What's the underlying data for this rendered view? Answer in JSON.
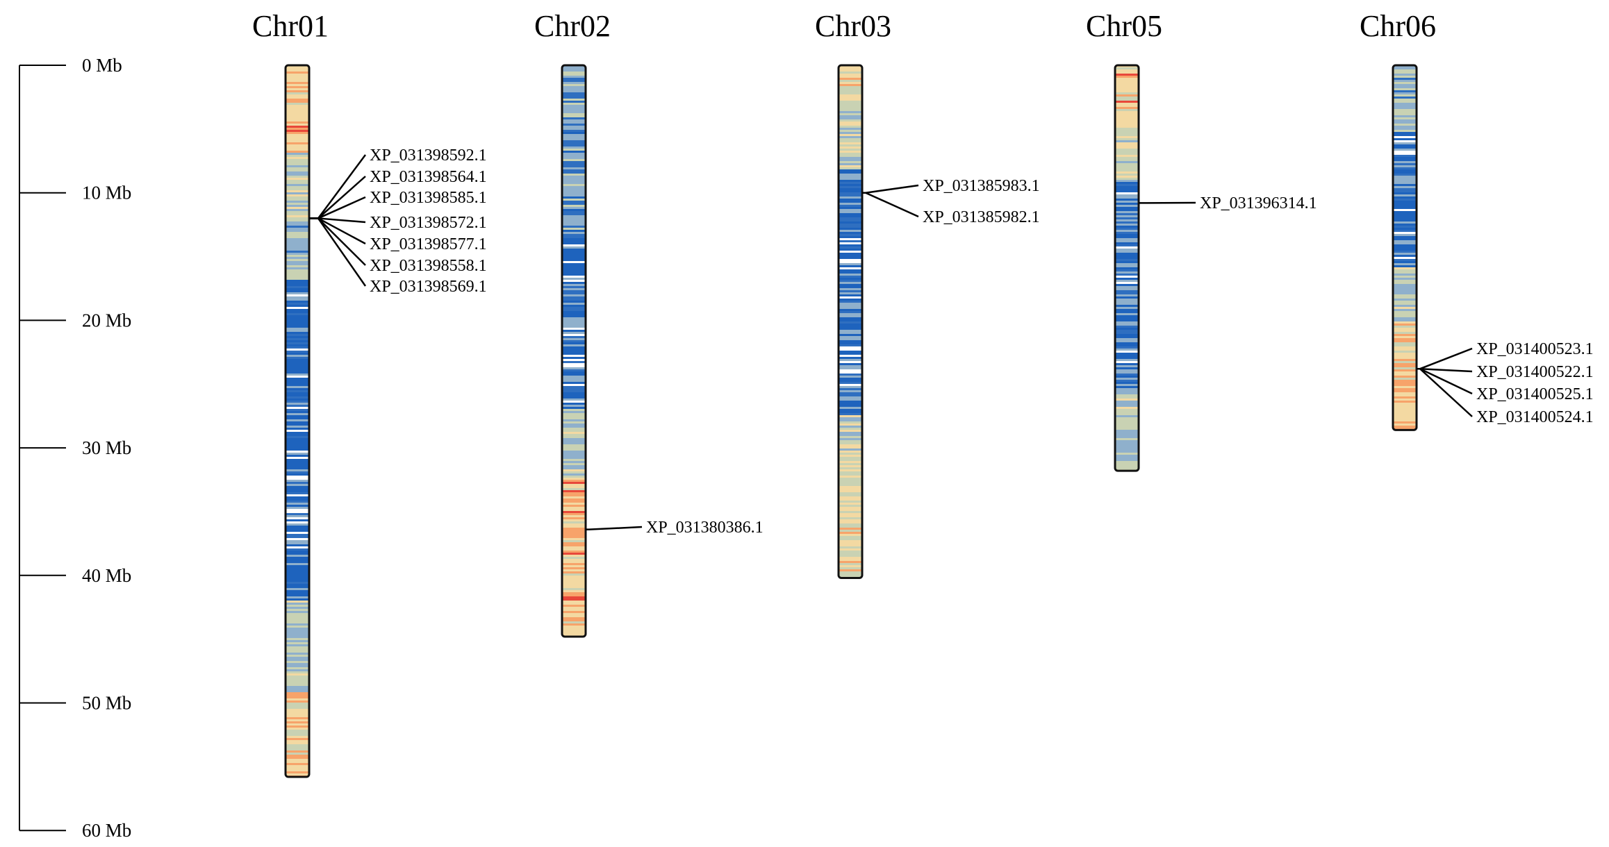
{
  "scale": {
    "unit": "Mb",
    "ticks": [
      {
        "value": 0,
        "label": "0 Mb"
      },
      {
        "value": 10,
        "label": "10 Mb"
      },
      {
        "value": 20,
        "label": "20 Mb"
      },
      {
        "value": 30,
        "label": "30 Mb"
      },
      {
        "value": 40,
        "label": "40 Mb"
      },
      {
        "value": 50,
        "label": "50 Mb"
      },
      {
        "value": 60,
        "label": "60 Mb"
      }
    ]
  },
  "density_colors": {
    "low": "#f7a36a",
    "mid_low": "#f3d9a2",
    "mid": "#c9d2b3",
    "mid_high": "#8fb0cc",
    "high": "#2f6fc0",
    "highest": "#1e63bd",
    "gap": "#ffffff",
    "hotspot": "#e8483a"
  },
  "chromosomes": [
    {
      "name": "Chr01",
      "length_mb": 55.8,
      "genes": [
        {
          "id": "XP_031398592.1",
          "pos_mb": 12.0
        },
        {
          "id": "XP_031398564.1",
          "pos_mb": 12.0
        },
        {
          "id": "XP_031398585.1",
          "pos_mb": 12.0
        },
        {
          "id": "XP_031398572.1",
          "pos_mb": 12.0
        },
        {
          "id": "XP_031398577.1",
          "pos_mb": 12.0
        },
        {
          "id": "XP_031398558.1",
          "pos_mb": 12.0
        },
        {
          "id": "XP_031398569.1",
          "pos_mb": 12.0
        }
      ]
    },
    {
      "name": "Chr02",
      "length_mb": 44.8,
      "genes": [
        {
          "id": "XP_031380386.1",
          "pos_mb": 36.4
        }
      ]
    },
    {
      "name": "Chr03",
      "length_mb": 40.2,
      "genes": [
        {
          "id": "XP_031385983.1",
          "pos_mb": 10.0
        },
        {
          "id": "XP_031385982.1",
          "pos_mb": 10.0
        }
      ]
    },
    {
      "name": "Chr05",
      "length_mb": 31.8,
      "genes": [
        {
          "id": "XP_031396314.1",
          "pos_mb": 10.8
        }
      ]
    },
    {
      "name": "Chr06",
      "length_mb": 28.6,
      "genes": [
        {
          "id": "XP_031400523.1",
          "pos_mb": 23.8
        },
        {
          "id": "XP_031400522.1",
          "pos_mb": 23.8
        },
        {
          "id": "XP_031400525.1",
          "pos_mb": 23.8
        },
        {
          "id": "XP_031400524.1",
          "pos_mb": 23.8
        }
      ]
    }
  ]
}
